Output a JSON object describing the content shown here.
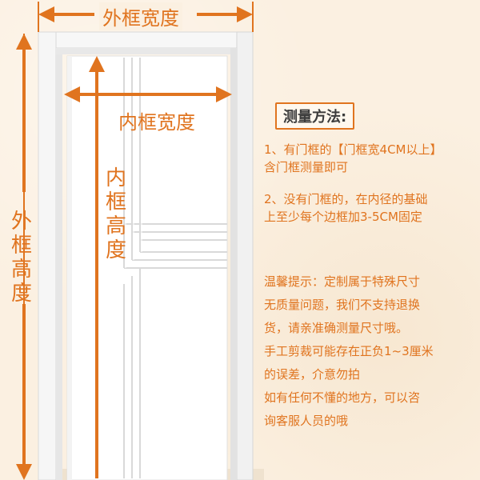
{
  "labels": {
    "outer_width": "外框宽度",
    "inner_width": "内框宽度",
    "outer_height": "外框高度",
    "inner_height": "内框高度"
  },
  "instructions": {
    "title": "测量方法:",
    "note_1_line_1": "1、有门框的【门框宽4CM以上】",
    "note_1_line_2": "含门框测量即可",
    "note_2_line_1": "2、没有门框的，在内径的基础",
    "note_2_line_2": "上至少每个边框加3-5CM固定"
  },
  "tips": {
    "lines": [
      "温馨提示：定制属于特殊尺寸",
      "无质量问题，我们不支持退换",
      "货，请亲准确测量尺寸哦。",
      "手工剪裁可能存在正负1~3厘米",
      "的误差，介意勿拍",
      "如有任何不懂的地方，可以咨",
      "询客服人员的哦"
    ]
  },
  "colors": {
    "accent": "#e0741f",
    "background": "#fbf0e1",
    "door": "#ffffff",
    "frame": "#f4f4f4",
    "text_dark": "#3b3b3b"
  },
  "icons": {
    "outer_width_arrow": "double-arrow-horizontal",
    "inner_width_arrow": "double-arrow-horizontal",
    "outer_height_arrow": "double-arrow-vertical",
    "inner_height_arrow": "single-arrow-up"
  }
}
